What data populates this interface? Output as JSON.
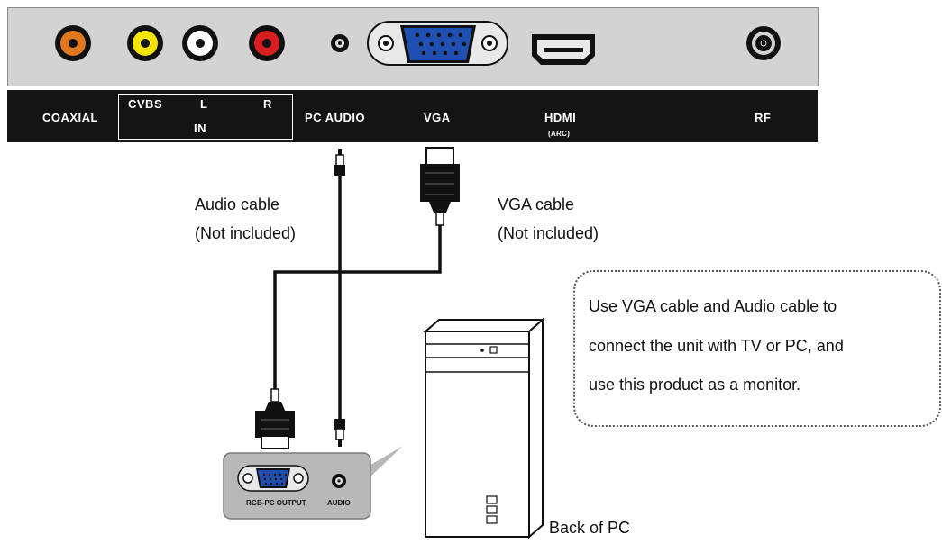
{
  "panel": {
    "port_labels": {
      "coaxial": "COAXIAL",
      "cvbs": "CVBS",
      "left": "L",
      "right": "R",
      "in": "IN",
      "pc_audio": "PC AUDIO",
      "vga": "VGA",
      "hdmi": "HDMI",
      "hdmi_sub": "(ARC)",
      "rf": "RF"
    },
    "port_colors": {
      "coaxial": "#e07820",
      "cvbs": "#f5e400",
      "left": "#ffffff",
      "right": "#d81e1e",
      "vga": "#1f4fb0"
    }
  },
  "cables": {
    "audio": {
      "line1": "Audio cable",
      "line2": "(Not included)"
    },
    "vga": {
      "line1": "VGA cable",
      "line2": "(Not included)"
    }
  },
  "pc_panel": {
    "output_label": "RGB-PC OUTPUT",
    "audio_label": "AUDIO"
  },
  "note": {
    "line1": "Use VGA cable and Audio cable to",
    "line2": "connect the unit with TV or PC, and",
    "line3": "use this product as a monitor."
  },
  "pc": {
    "caption": "Back of PC"
  }
}
